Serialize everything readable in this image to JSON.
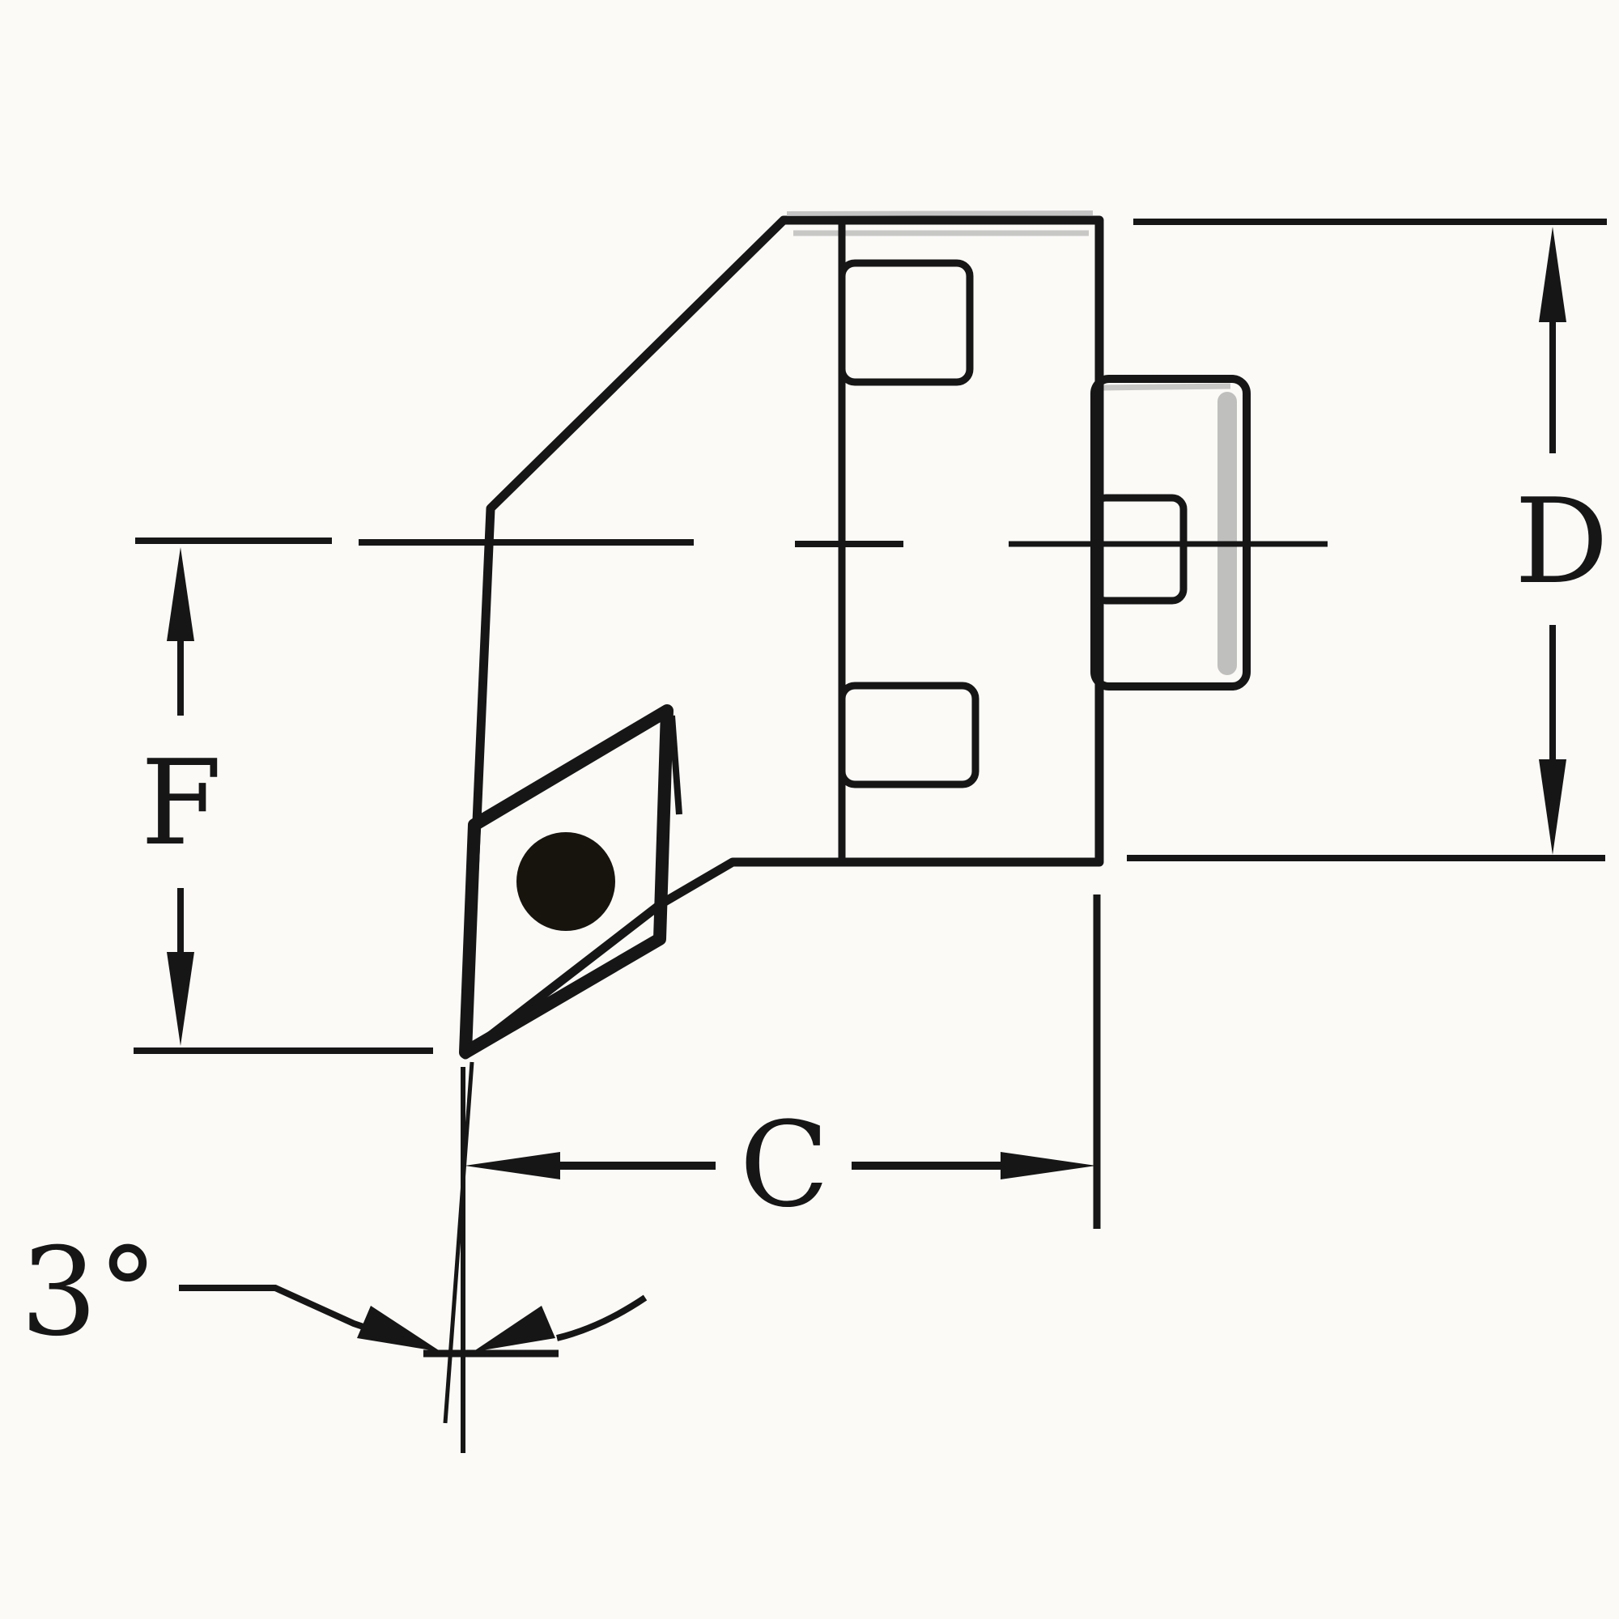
{
  "labels": {
    "dim_d": "D",
    "dim_f": "F",
    "dim_c": "C",
    "angle": "3°"
  },
  "colors": {
    "background": "#fbfaf7",
    "body_gray": "#7c7c7c",
    "insert_yellow": "#d6e02b",
    "hole_black": "#17140e",
    "line_dark": "#161616",
    "highlight_gray": "#ababab"
  }
}
